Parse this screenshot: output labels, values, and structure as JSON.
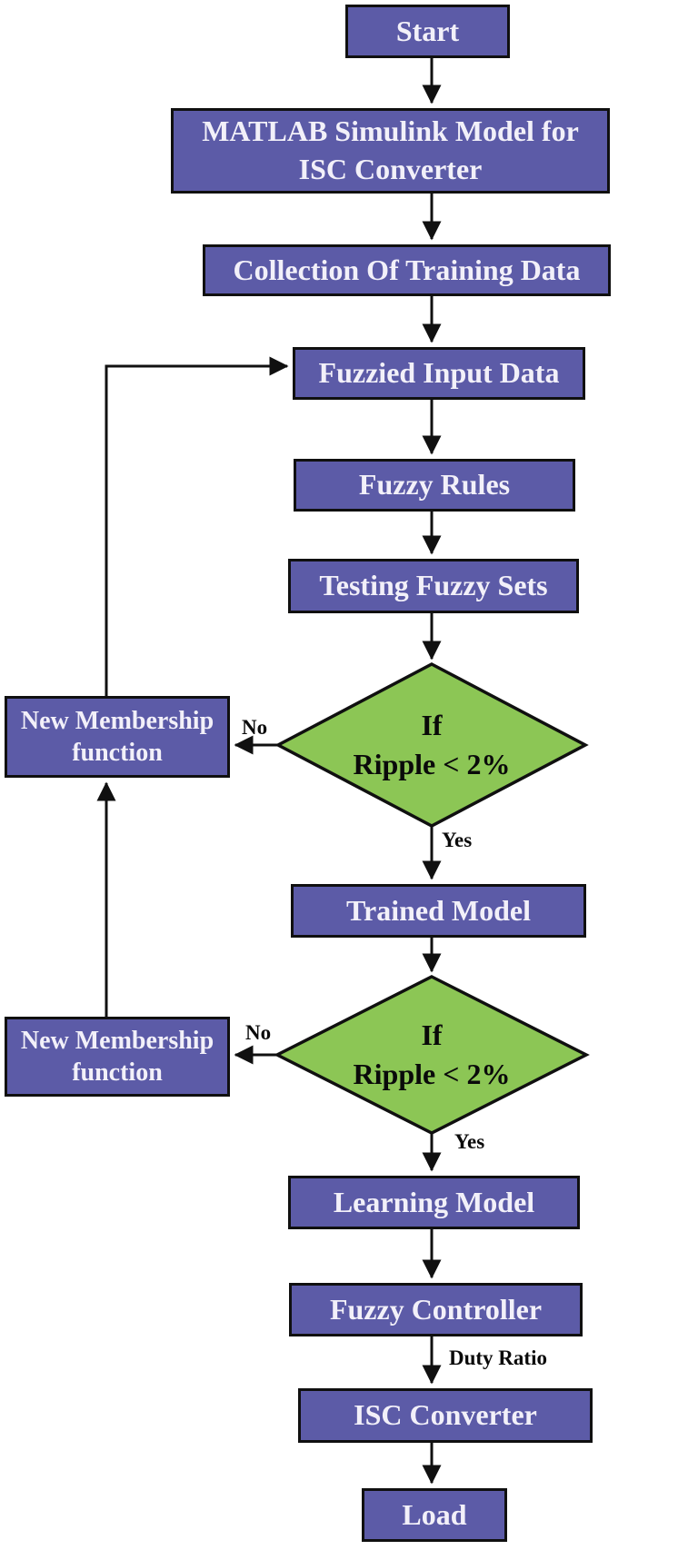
{
  "figure": {
    "type": "flowchart",
    "nodes": {
      "start": {
        "label": "Start",
        "shape": "process"
      },
      "matlab_model": {
        "label": "MATLAB Simulink Model for\nISC Converter",
        "shape": "process"
      },
      "collection": {
        "label": "Collection Of Training Data",
        "shape": "process"
      },
      "fuzzied_input": {
        "label": "Fuzzied Input Data",
        "shape": "process"
      },
      "fuzzy_rules": {
        "label": "Fuzzy Rules",
        "shape": "process"
      },
      "testing_fuzzy_sets": {
        "label": "Testing Fuzzy Sets",
        "shape": "process"
      },
      "decision_1": {
        "label": "If\nRipple < 2%",
        "shape": "decision"
      },
      "new_membership_1": {
        "label": "New Membership\nfunction",
        "shape": "process"
      },
      "trained_model": {
        "label": "Trained Model",
        "shape": "process"
      },
      "decision_2": {
        "label": "If\nRipple < 2%",
        "shape": "decision"
      },
      "new_membership_2": {
        "label": "New Membership\nfunction",
        "shape": "process"
      },
      "learning_model": {
        "label": "Learning Model",
        "shape": "process"
      },
      "fuzzy_controller": {
        "label": "Fuzzy Controller",
        "shape": "process"
      },
      "isc_converter": {
        "label": "ISC Converter",
        "shape": "process"
      },
      "load": {
        "label": "Load",
        "shape": "process"
      }
    },
    "edge_labels": {
      "no_1": "No",
      "yes_1": "Yes",
      "no_2": "No",
      "yes_2": "Yes",
      "duty_ratio": "Duty Ratio"
    },
    "colors": {
      "process_fill": "#5c5ba7",
      "process_text": "#f2f0f9",
      "decision_fill": "#8cc655",
      "decision_text": "#0a0a0a",
      "outline": "#101010",
      "connector": "#101010",
      "background": "#ffffff"
    }
  }
}
